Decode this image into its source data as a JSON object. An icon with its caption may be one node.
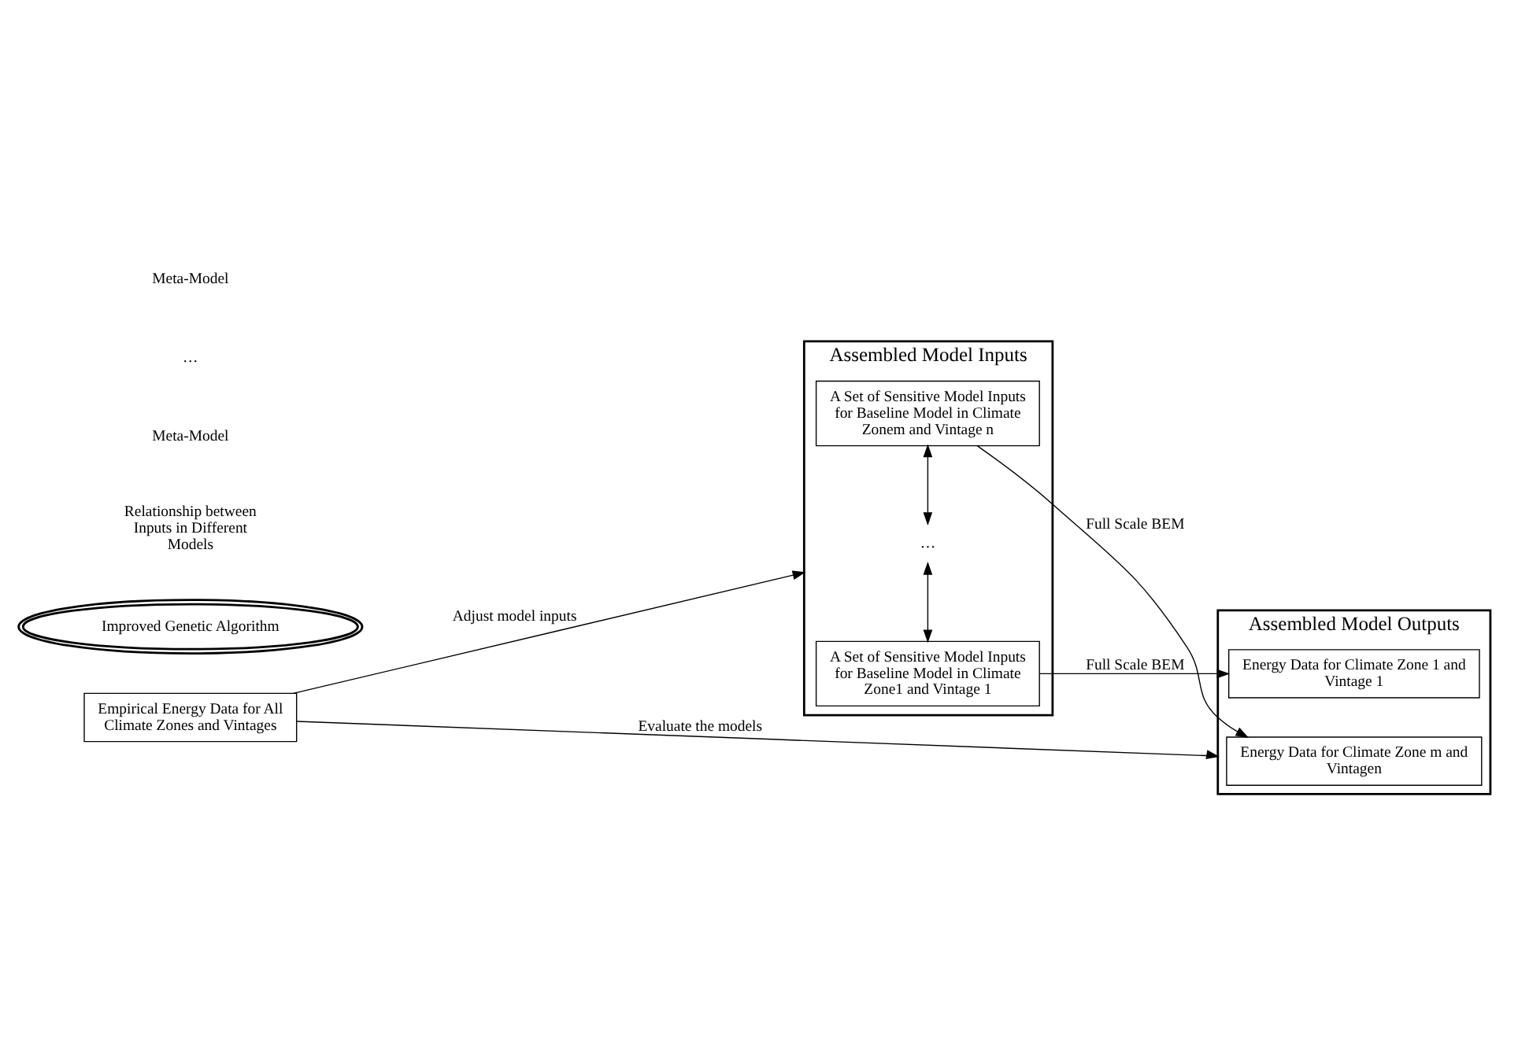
{
  "diagram": {
    "nodes": [
      {
        "text": [
          "Assembled Model Inputs"
        ]
      },
      {
        "text": [
          "A Set of Sensitive Model Inputs for Baseline Model in Climate Zone1 and Vintage 1"
        ],
        "in": 0
      },
      {
        "text": [
          "…"
        ],
        "in": 0
      },
      {
        "text": [
          "A Set of Sensitive Model Inputs for Baseline Model in Climate Zonem and Vintage n"
        ],
        "in": 0
      },
      {
        "text": [
          "Assembled Model Outputs"
        ]
      },
      {
        "text": [
          "Energy Data for Climate Zone 1 and Vintage 1"
        ],
        "in": 4
      },
      {
        "text": [
          "Energy Data for Climate Zone m and Vintagen"
        ],
        "in": 4
      },
      {
        "text": [
          "Improved Genetic Algorithm"
        ]
      },
      {
        "text": [
          "Empirical Energy Data for All Climate Zones and Vintages"
        ]
      }
    ],
    "edges": [
      {
        "from": 1,
        "to": 2,
        "arrow": "both"
      },
      {
        "from": 2,
        "to": 3,
        "arrow": "both"
      },
      {
        "from": 1,
        "to": 5,
        "arrow": "to",
        "label": "Full Scale BEM"
      },
      {
        "from": 3,
        "to": 6,
        "arrow": "to",
        "label": "Full Scale BEM"
      },
      {
        "from": 8,
        "to": 0,
        "arrow": "to",
        "label": "Adjust model inputs"
      },
      {
        "from": 8,
        "to": 4,
        "arrow": "to",
        "label": "Evaluate the models"
      }
    ],
    "labels": [
      "Relationship between Inputs in Different Models",
      "Meta-Model",
      "…",
      "Meta-Model"
    ]
  }
}
